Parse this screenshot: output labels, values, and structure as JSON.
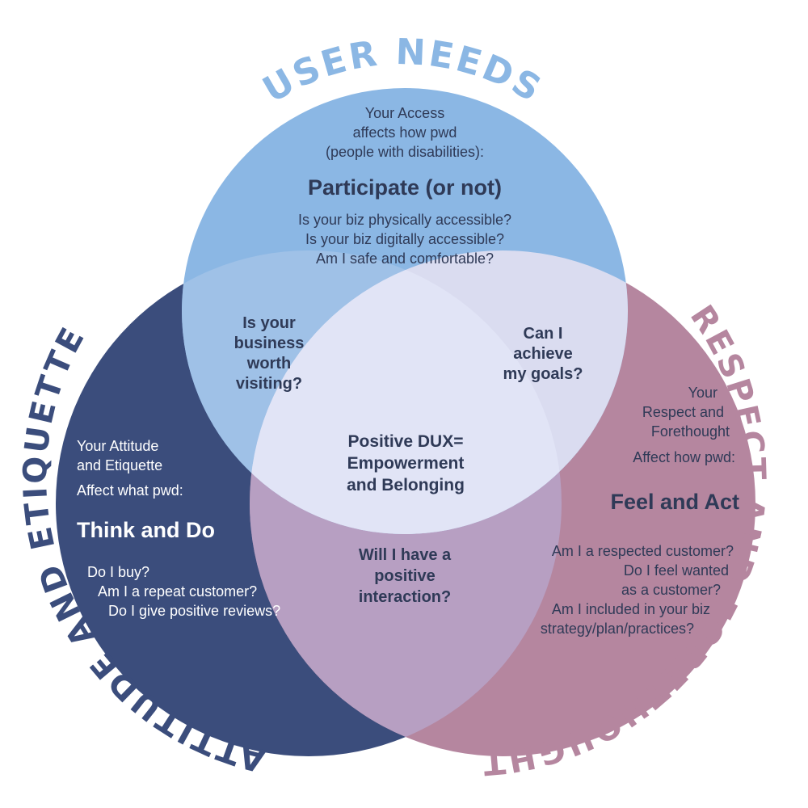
{
  "colors": {
    "user_needs": "#8bb7e4",
    "attitude": "#3b4d7c",
    "respect": "#b5869f",
    "overlap_user_attitude": "#9fc1e7",
    "overlap_user_respect": "#dadcf0",
    "overlap_attitude_respect": "#b79fc2",
    "overlap_center": "#e1e4f6",
    "dark_text": "#2f3a57",
    "white_text": "#ffffff",
    "user_needs_label": "#8bb7e4",
    "attitude_label": "#3b4d7c",
    "respect_label": "#b5869f"
  },
  "labels": {
    "user_needs": "USER NEEDS",
    "attitude": "ATTITUDE AND ETIQUETTE",
    "respect": "RESPECT AND FORETHOUGHT"
  },
  "user_needs": {
    "intro": [
      "Your Access",
      "affects how pwd",
      "(people with disabilities):"
    ],
    "heading": "Participate (or not)",
    "questions": [
      "Is your biz physically accessible?",
      "Is your biz digitally accessible?",
      "Am I safe and comfortable?"
    ]
  },
  "attitude": {
    "intro": [
      "Your Attitude",
      "and Etiquette"
    ],
    "lead": "Affect what pwd:",
    "heading": "Think and Do",
    "questions": [
      "Do I buy?",
      "Am I a repeat customer?",
      "Do I give positive reviews?"
    ]
  },
  "respect": {
    "intro": [
      "Your",
      "Respect and",
      "Forethought"
    ],
    "lead": "Affect how pwd:",
    "heading": "Feel and Act",
    "questions": [
      "Am I a respected customer?",
      "Do I feel wanted",
      "as a customer?",
      "Am I included in your biz",
      "strategy/plan/practices?"
    ]
  },
  "overlaps": {
    "user_attitude": [
      "Is your",
      "business",
      "worth",
      "visiting?"
    ],
    "user_respect": [
      "Can I",
      "achieve",
      "my goals?"
    ],
    "attitude_respect": [
      "Will I have a",
      "positive",
      "interaction?"
    ],
    "center": [
      "Positive DUX=",
      "Empowerment",
      "and Belonging"
    ]
  }
}
